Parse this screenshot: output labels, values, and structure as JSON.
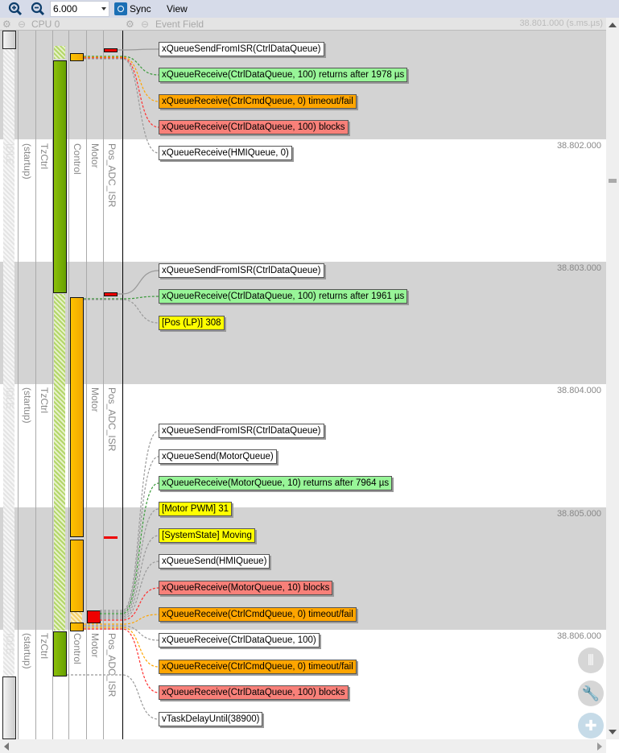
{
  "toolbar": {
    "zoom_value": "6.000",
    "sync_label": "Sync",
    "view_label": "View"
  },
  "header": {
    "cpu_label": "CPU 0",
    "event_field_label": "Event Field",
    "time_origin": "38.801.000 (s.ms.µs)"
  },
  "columns": [
    "IDLE",
    "(startup)",
    "TzCtrl",
    "Control",
    "Motor",
    "Pos_ADC_ISR"
  ],
  "time_marks": [
    "38.802.000",
    "38.803.000",
    "38.804.000",
    "38.805.000",
    "38.806.000"
  ],
  "events": [
    {
      "text": "xQueueSendFromISR(CtrlDataQueue)",
      "kind": "plain"
    },
    {
      "text": "xQueueReceive(CtrlDataQueue, 100) returns after 1978 µs",
      "kind": "ok"
    },
    {
      "text": "xQueueReceive(CtrlCmdQueue, 0) timeout/fail",
      "kind": "timeout"
    },
    {
      "text": "xQueueReceive(CtrlDataQueue, 100) blocks",
      "kind": "blocks"
    },
    {
      "text": "xQueueReceive(HMIQueue, 0)",
      "kind": "plain"
    },
    {
      "text": "xQueueSendFromISR(CtrlDataQueue)",
      "kind": "plain"
    },
    {
      "text": "xQueueReceive(CtrlDataQueue, 100) returns after 1961 µs",
      "kind": "ok"
    },
    {
      "text": "[Pos (LP)] 308",
      "kind": "user"
    },
    {
      "text": "xQueueSendFromISR(CtrlDataQueue)",
      "kind": "plain"
    },
    {
      "text": "xQueueSend(MotorQueue)",
      "kind": "plain"
    },
    {
      "text": "xQueueReceive(MotorQueue, 10) returns after 7964 µs",
      "kind": "ok"
    },
    {
      "text": "[Motor PWM] 31",
      "kind": "user"
    },
    {
      "text": "[SystemState] Moving",
      "kind": "user"
    },
    {
      "text": "xQueueSend(HMIQueue)",
      "kind": "plain"
    },
    {
      "text": "xQueueReceive(MotorQueue, 10) blocks",
      "kind": "blocks"
    },
    {
      "text": "xQueueReceive(CtrlCmdQueue, 0) timeout/fail",
      "kind": "timeout"
    },
    {
      "text": "xQueueReceive(CtrlDataQueue, 100)",
      "kind": "plain"
    },
    {
      "text": "xQueueReceive(CtrlCmdQueue, 0) timeout/fail",
      "kind": "timeout"
    },
    {
      "text": "xQueueReceive(CtrlDataQueue, 100) blocks",
      "kind": "blocks"
    },
    {
      "text": "vTaskDelayUntil(38900)",
      "kind": "plain"
    }
  ],
  "colors": {
    "plain": "#999999",
    "ok": "#3a9a3a",
    "timeout": "#ffa500",
    "blocks": "#ff3030",
    "user": "#999999"
  }
}
